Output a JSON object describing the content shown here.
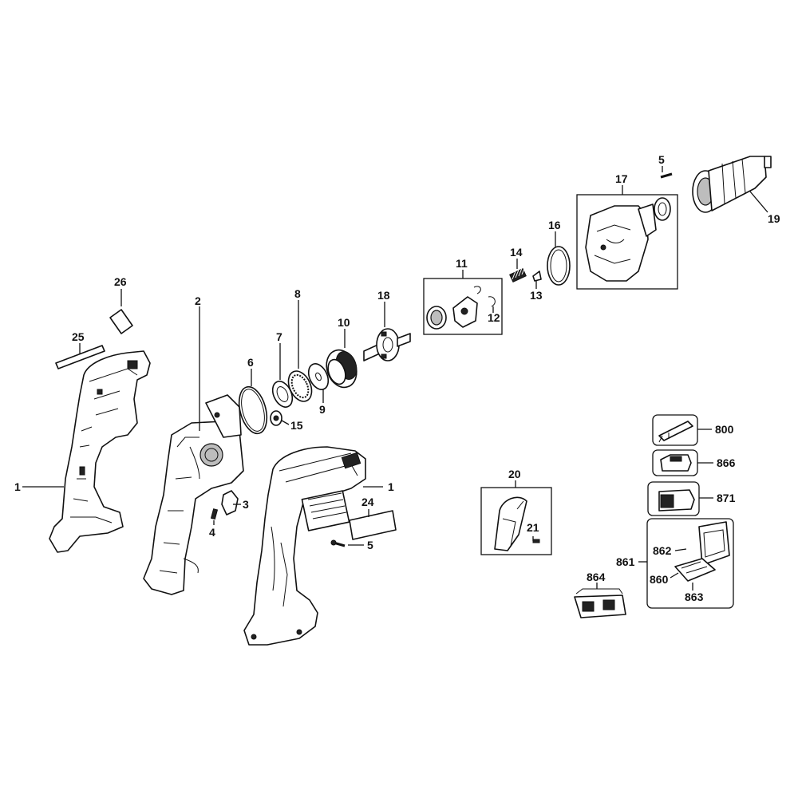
{
  "labels": {
    "p1_left": "1",
    "p1_right": "1",
    "p2": "2",
    "p3": "3",
    "p4": "4",
    "p5_top": "5",
    "p5_bottom": "5",
    "p6": "6",
    "p7": "7",
    "p8": "8",
    "p9": "9",
    "p10": "10",
    "p11": "11",
    "p12": "12",
    "p13": "13",
    "p14": "14",
    "p15": "15",
    "p16": "16",
    "p17": "17",
    "p18": "18",
    "p19": "19",
    "p20": "20",
    "p21": "21",
    "p24": "24",
    "p25": "25",
    "p26": "26",
    "p800": "800",
    "p860": "860",
    "p861": "861",
    "p862": "862",
    "p863": "863",
    "p864": "864",
    "p866": "866",
    "p871": "871"
  }
}
